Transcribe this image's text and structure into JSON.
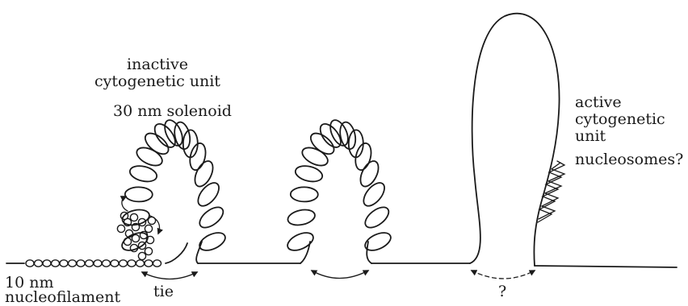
{
  "labels": {
    "inactive_unit": "inactive cytogenetic unit",
    "solenoid": "30 nm solenoid",
    "active_unit": "active cytogenetic unit",
    "nucleosomes": "nucleosomes?",
    "nucleofilament": "10 nm nucleofilament",
    "tie": "tie",
    "question": "?"
  }
}
